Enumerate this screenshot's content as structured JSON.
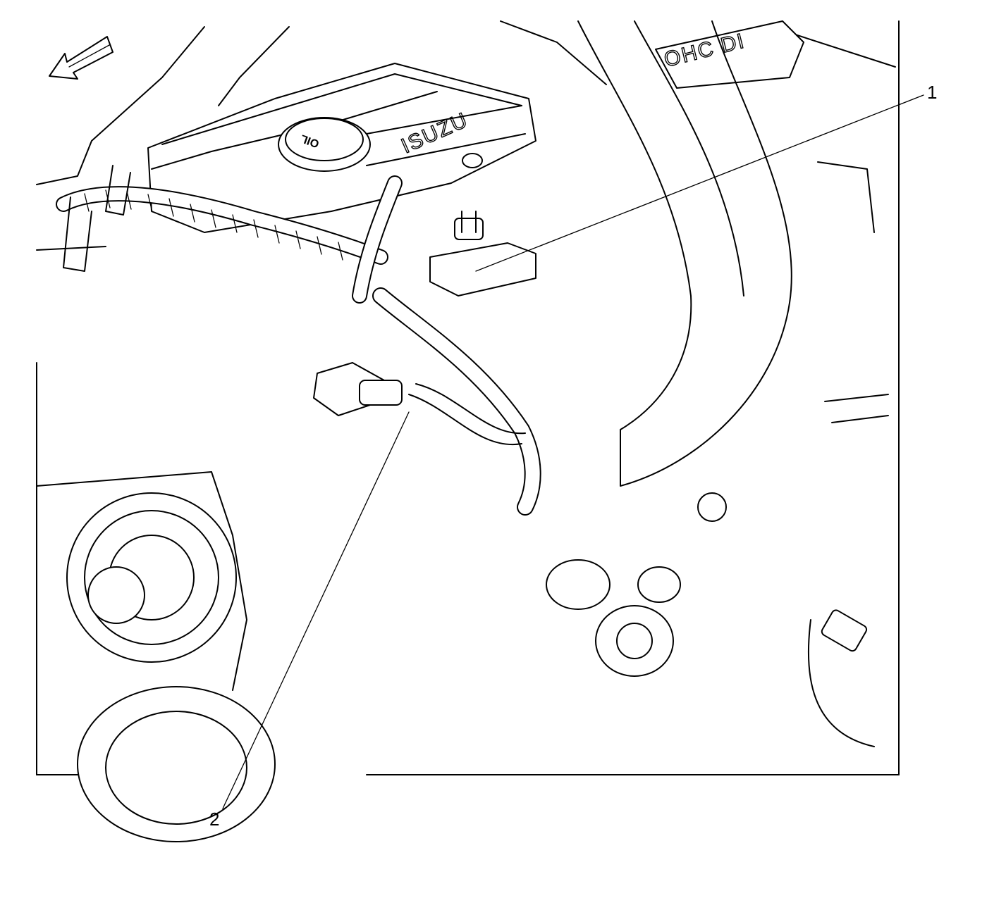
{
  "callouts": [
    {
      "id": "1",
      "label": "1"
    },
    {
      "id": "2",
      "label": "2"
    }
  ],
  "engine_markings": {
    "cover_brand": "ISUZU",
    "cover_model": "OHC DI",
    "cap_label": "OIL"
  },
  "icons": {
    "orientation_arrow": "front-direction-arrow-icon"
  },
  "colors": {
    "ink": "#000000",
    "paper": "#ffffff"
  }
}
